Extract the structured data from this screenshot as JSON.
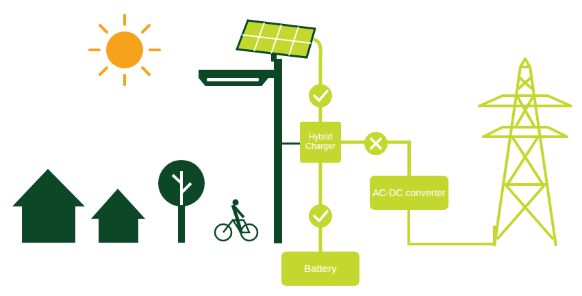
{
  "diagram": {
    "nodes": [
      {
        "text": [
          "Hybrid Charger"
        ]
      },
      {
        "text": [
          "AC-DC converter"
        ]
      },
      {
        "text": [
          "Battery"
        ]
      }
    ],
    "edges": [
      {
        "from": 0,
        "to": 1,
        "arrow": "none"
      },
      {
        "from": 0,
        "to": 2,
        "arrow": "none"
      }
    ]
  }
}
